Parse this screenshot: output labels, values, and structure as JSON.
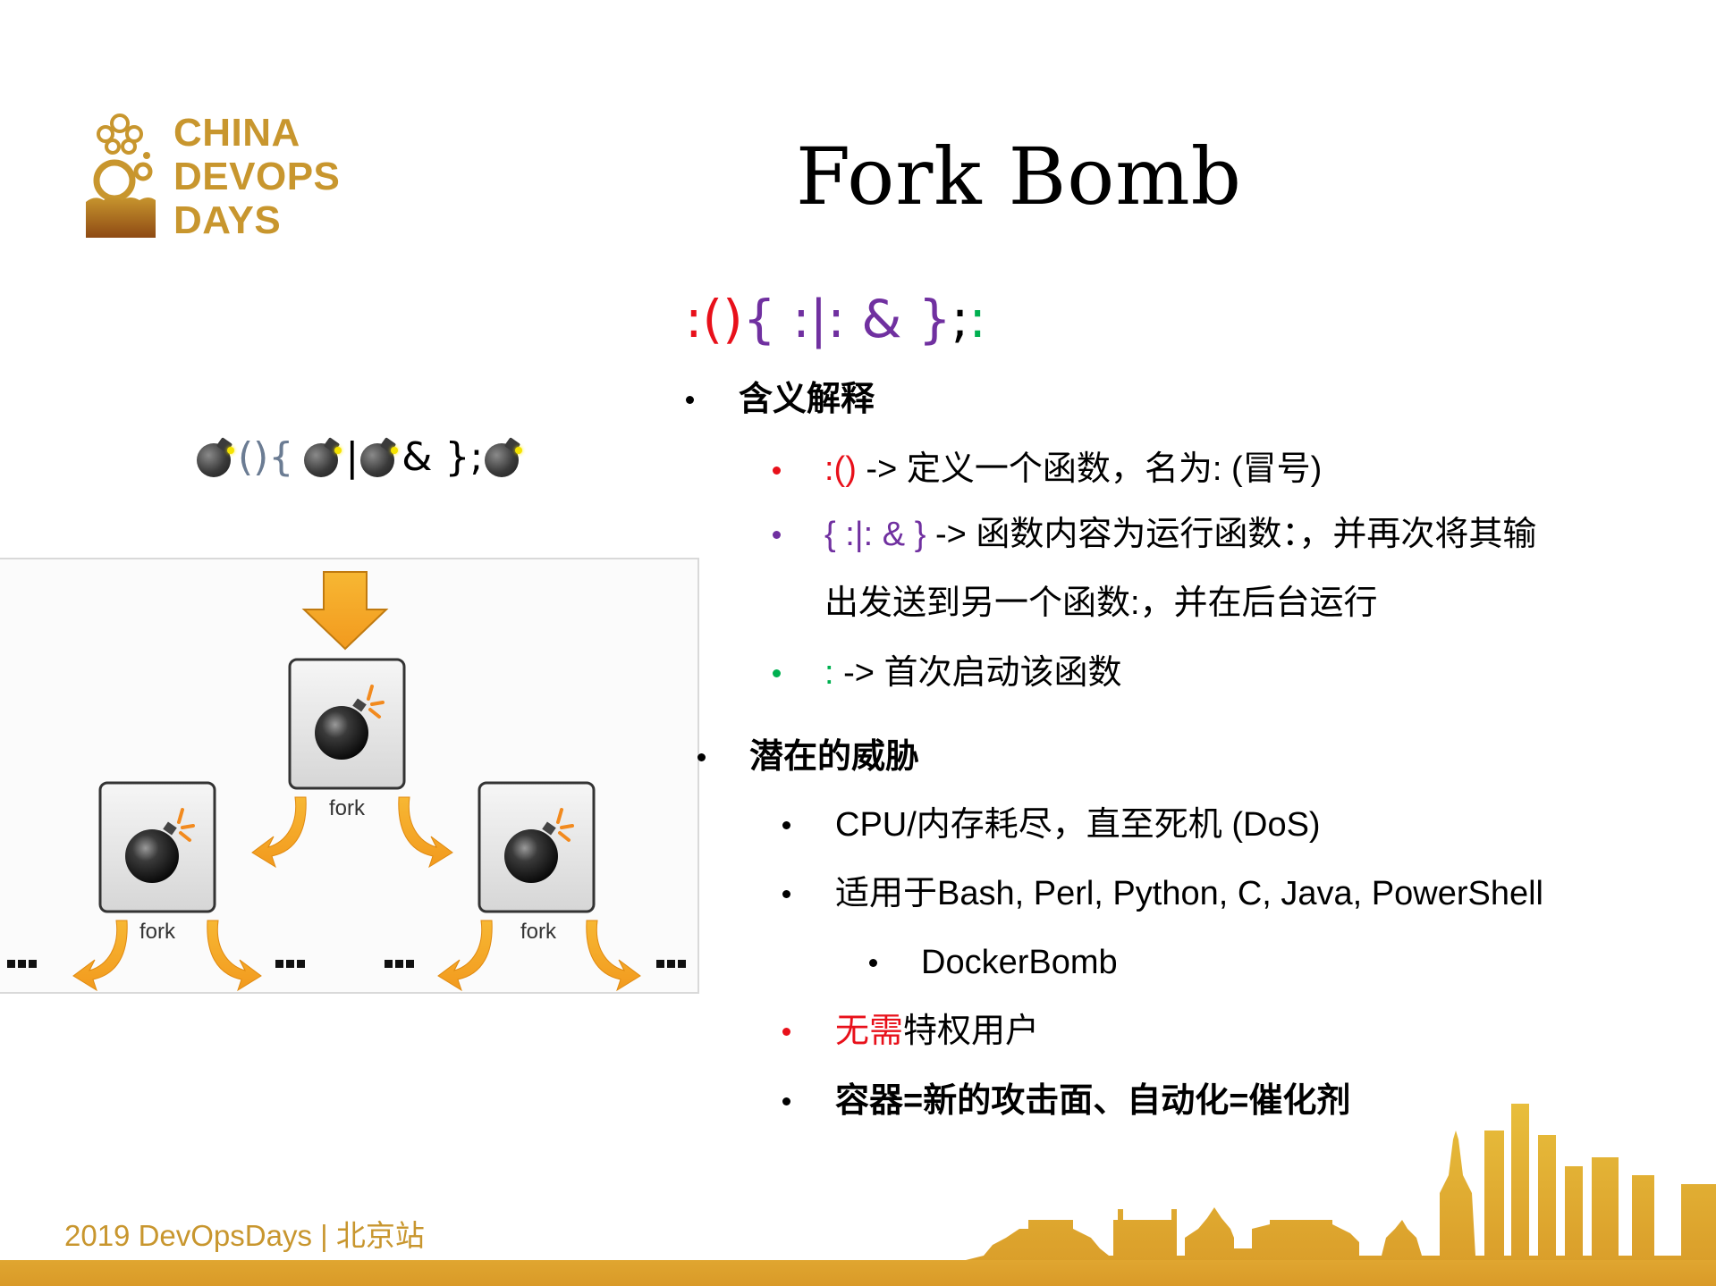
{
  "logo": {
    "lines": [
      "CHINA",
      "DEVOPS",
      "DAYS"
    ],
    "color": "#C8962E"
  },
  "slide": {
    "title": "Fork Bomb"
  },
  "code": {
    "parts": [
      {
        "text": ":()",
        "color": "#E8101A"
      },
      {
        "text": "{ :|: & }",
        "color": "#7030A0"
      },
      {
        "text": ";",
        "color": "#000000"
      },
      {
        "text": ":",
        "color": "#00B050"
      }
    ]
  },
  "bomb_line": {
    "parts": [
      "bomb-emoji",
      "(){",
      "bomb-emoji",
      "|",
      "bomb-emoji",
      "& };",
      "bomb-emoji"
    ],
    "text_1": "(){",
    "text_2": "|",
    "text_3": "& };"
  },
  "diagram": {
    "nodes": [
      {
        "label": "fork"
      },
      {
        "label": "fork"
      },
      {
        "label": "fork"
      }
    ],
    "ellipsis": "..."
  },
  "sections": [
    {
      "heading": "含义解释",
      "items": [
        {
          "bullet_color": "#E8101A",
          "code": ":()",
          "code_color": "#E8101A",
          "text": " -> 定义一个函数，名为: (冒号)"
        },
        {
          "bullet_color": "#7030A0",
          "code": "{ :|: & }",
          "code_color": "#7030A0",
          "text": " -> 函数内容为运行函数：，并再次将其输",
          "continuation": "出发送到另一个函数:，并在后台运行"
        },
        {
          "bullet_color": "#00B050",
          "code": ":",
          "code_color": "#00B050",
          "text": " -> 首次启动该函数"
        }
      ]
    },
    {
      "heading": "潜在的威胁",
      "items": [
        {
          "bullet_color": "#000000",
          "text": "CPU/内存耗尽，直至死机 (DoS)"
        },
        {
          "bullet_color": "#000000",
          "text": "适用于Bash, Perl, Python, C, Java, PowerShell",
          "subitems": [
            {
              "text": "DockerBomb"
            }
          ]
        },
        {
          "bullet_color": "#E8101A",
          "highlight": "无需",
          "highlight_color": "#E8101A",
          "text": "特权用户"
        },
        {
          "bullet_color": "#000000",
          "text": "容器=新的攻击面、自动化=催化剂",
          "bold": true
        }
      ]
    }
  ],
  "footer": {
    "text": "2019 DevOpsDays | 北京站",
    "color": "#C8962E",
    "band_color": "#DCA02C"
  }
}
